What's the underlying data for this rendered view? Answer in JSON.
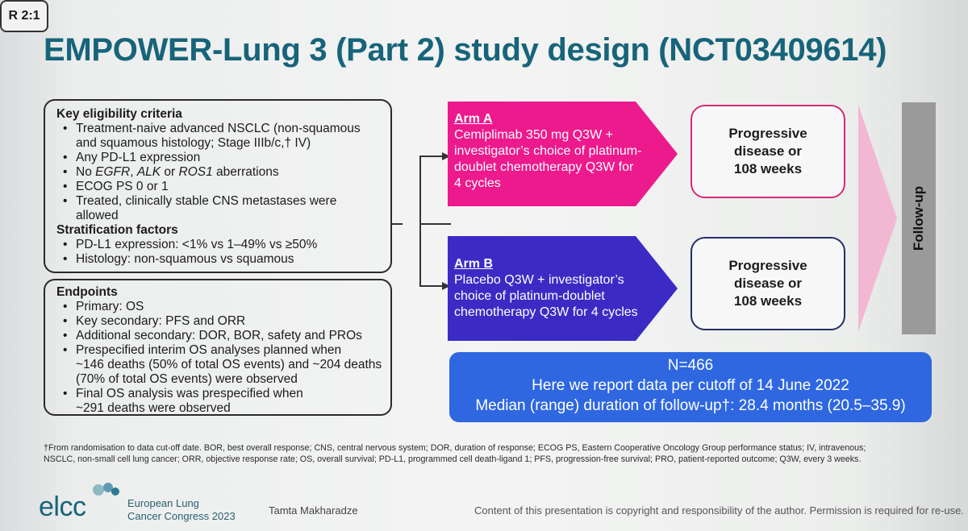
{
  "title": "EMPOWER-Lung 3 (Part 2) study design (NCT03409614)",
  "eligibility": {
    "heading": "Key eligibility criteria",
    "items": [
      [
        "Treatment-naive advanced NSCLC (non-squamous",
        "and squamous histology; Stage IIIb/c,† IV)"
      ],
      [
        "Any PD-L1 expression"
      ],
      [
        "No EGFR, ALK or ROS1 aberrations"
      ],
      [
        "ECOG PS 0 or 1"
      ],
      [
        "Treated, clinically stable CNS metastases were allowed"
      ]
    ],
    "strat_heading": "Stratification factors",
    "strat_items": [
      [
        "PD-L1 expression: <1% vs 1–49% vs ≥50%"
      ],
      [
        "Histology: non-squamous vs squamous"
      ]
    ]
  },
  "endpoints": {
    "heading": "Endpoints",
    "items": [
      [
        "Primary: OS"
      ],
      [
        "Key secondary: PFS and ORR"
      ],
      [
        "Additional secondary: DOR, BOR, safety and PROs"
      ],
      [
        "Prespecified interim OS analyses planned when",
        "~146 deaths (50% of total OS events) and ~204 deaths",
        "(70% of total OS events) were observed"
      ],
      [
        "Final OS analysis was prespecified when",
        "~291 deaths were observed"
      ]
    ]
  },
  "randomization": "R 2:1",
  "armA": {
    "label": "Arm A",
    "lines": [
      "Cemiplimab 350 mg Q3W +",
      "investigator’s choice of platinum-",
      "doublet chemotherapy Q3W for",
      "4 cycles"
    ],
    "color": "#ec1a8c"
  },
  "armB": {
    "label": "Arm B",
    "lines": [
      "Placebo Q3W + investigator’s",
      "choice of platinum-doublet",
      "chemotherapy Q3W for 4 cycles"
    ],
    "color": "#3b2bc4"
  },
  "outcomeA": [
    "Progressive",
    "disease or",
    "108 weeks"
  ],
  "outcomeB": [
    "Progressive",
    "disease or",
    "108 weeks"
  ],
  "followup": "Follow-up",
  "summary": {
    "n": "N=466",
    "cutoff": "Here we report data per cutoff of 14 June 2022",
    "followup": "Median (range) duration of follow-up†: 28.4 months (20.5–35.9)"
  },
  "footnote": {
    "line1": "†From randomisation to data cut-off date. BOR, best overall response; CNS, central nervous system; DOR, duration of response; ECOG PS, Eastern Cooperative Oncology Group performance status; IV, intravenous;",
    "line2": "NSCLC, non-small cell lung cancer; ORR, objective response rate; OS, overall survival; PD-L1, programmed cell death-ligand 1; PFS, progression-free survival; PRO, patient-reported outcome; Q3W, every 3 weeks."
  },
  "logo": {
    "short": "elcc",
    "line1": "European Lung",
    "line2": "Cancer Congress 2023"
  },
  "presenter": "Tamta Makharadze",
  "copyright": "Content of this presentation is copyright and responsibility of the author. Permission is required for re-use.",
  "colors": {
    "title": "#17647a",
    "summary_bg": "#2e67e0",
    "followup_bar": "#9a9a9a",
    "arrow_pink": "#f2b7d3"
  }
}
